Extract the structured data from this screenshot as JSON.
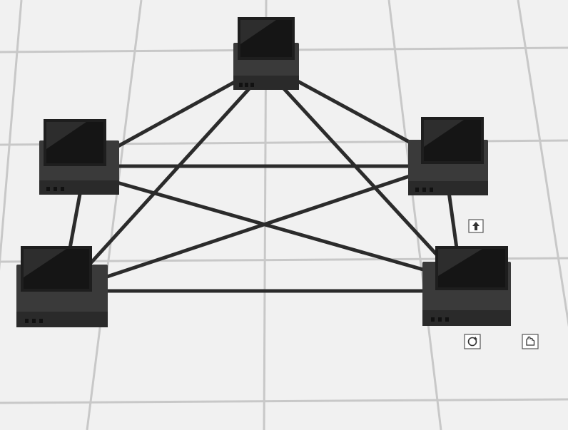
{
  "scene": {
    "type": "mesh-network-3d-view",
    "floor_color": "#f2f2f2",
    "grid_color": "#c9c9c9",
    "cable_color": "#2c2c2c",
    "device_color": "#3b3b3b",
    "screen_color": "#141414"
  },
  "nodes": [
    {
      "id": "top-center"
    },
    {
      "id": "upper-left"
    },
    {
      "id": "upper-right"
    },
    {
      "id": "lower-left"
    },
    {
      "id": "lower-right"
    }
  ],
  "links": [
    [
      "top-center",
      "upper-left"
    ],
    [
      "top-center",
      "upper-right"
    ],
    [
      "top-center",
      "lower-left"
    ],
    [
      "top-center",
      "lower-right"
    ],
    [
      "upper-left",
      "upper-right"
    ],
    [
      "upper-left",
      "lower-left"
    ],
    [
      "upper-left",
      "lower-right"
    ],
    [
      "upper-right",
      "lower-left"
    ],
    [
      "upper-right",
      "lower-right"
    ],
    [
      "lower-left",
      "lower-right"
    ]
  ],
  "controls": [
    {
      "name": "move-up-icon"
    },
    {
      "name": "rotate-icon"
    },
    {
      "name": "pan-hand-icon"
    }
  ]
}
